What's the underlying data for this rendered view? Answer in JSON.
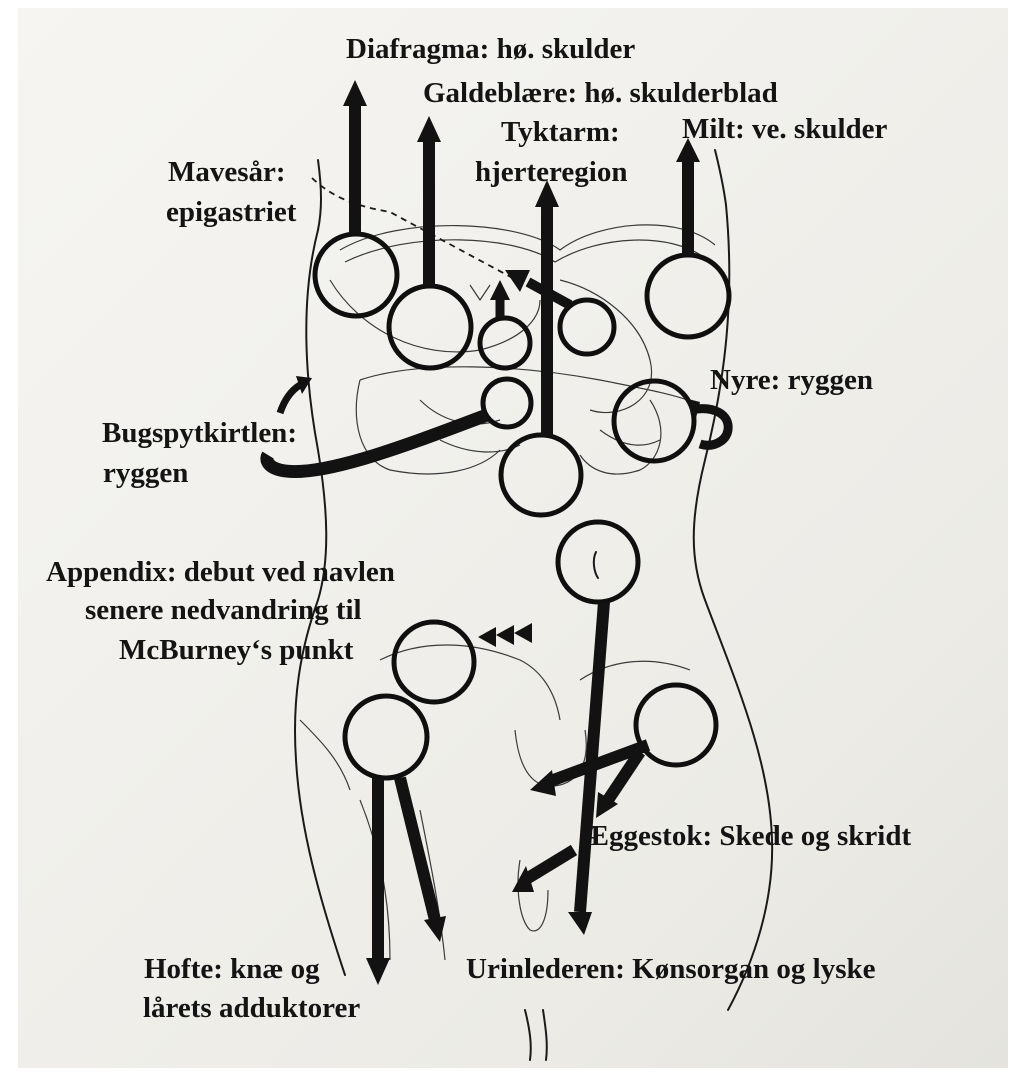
{
  "labels": {
    "diafragma": "Diafragma: hø. skulder",
    "galdeblaere": "Galdeblære: hø. skulderblad",
    "tyktarm_1": "Tyktarm:",
    "tyktarm_2": "hjerteregion",
    "milt": "Milt: ve. skulder",
    "mavesaar_1": "Mavesår:",
    "mavesaar_2": "epigastriet",
    "nyre": "Nyre: ryggen",
    "bugspyt_1": "Bugspytkirtlen:",
    "bugspyt_2": "ryggen",
    "appendix_1": "Appendix: debut ved navlen",
    "appendix_2": "senere nedvandring til",
    "appendix_3": "McBurney‘s punkt",
    "aeggestok": "Æggestok: Skede og skridt",
    "urinlederen": "Urinlederen: Kønsorgan og lyske",
    "hofte_1": "Hofte: knæ og",
    "hofte_2": "lårets adduktorer"
  },
  "colors": {
    "ink": "#121212",
    "paper": "#f1f0ec"
  }
}
